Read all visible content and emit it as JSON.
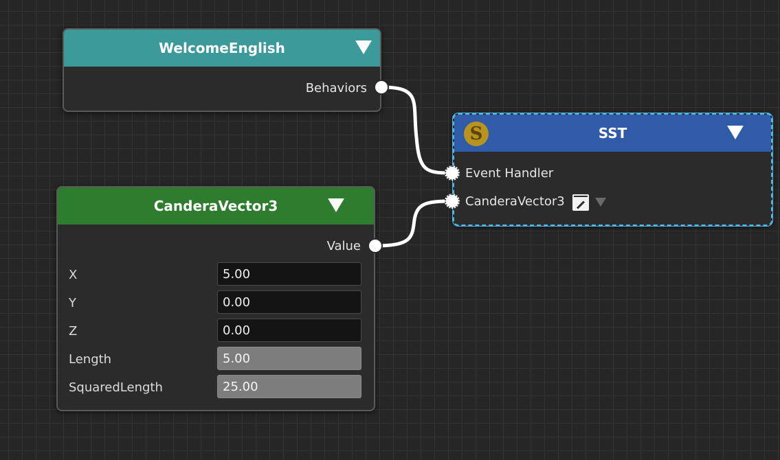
{
  "nodes": {
    "welcome": {
      "title": "WelcomeEnglish",
      "header_color": "#3d9a9b",
      "output_port": "Behaviors"
    },
    "vector": {
      "title": "CanderaVector3",
      "header_color": "#2e7d2f",
      "output_port": "Value",
      "fields": [
        {
          "label": "X",
          "value": "5.00",
          "readonly": false
        },
        {
          "label": "Y",
          "value": "0.00",
          "readonly": false
        },
        {
          "label": "Z",
          "value": "0.00",
          "readonly": false
        },
        {
          "label": "Length",
          "value": "5.00",
          "readonly": true
        },
        {
          "label": "SquaredLength",
          "value": "25.00",
          "readonly": true
        }
      ]
    },
    "sst": {
      "title": "SST",
      "header_color": "#2f5ba8",
      "logo_letter": "S",
      "input_ports": [
        "Event Handler",
        "CanderaVector3"
      ],
      "selected": true
    }
  },
  "connections": [
    {
      "from": "WelcomeEnglish.Behaviors",
      "to": "SST.Event Handler"
    },
    {
      "from": "CanderaVector3.Value",
      "to": "SST.CanderaVector3"
    }
  ],
  "colors": {
    "canvas_bg": "#262626",
    "grid": "#333333",
    "wire": "#ffffff",
    "selection": "#4fb6e6"
  }
}
